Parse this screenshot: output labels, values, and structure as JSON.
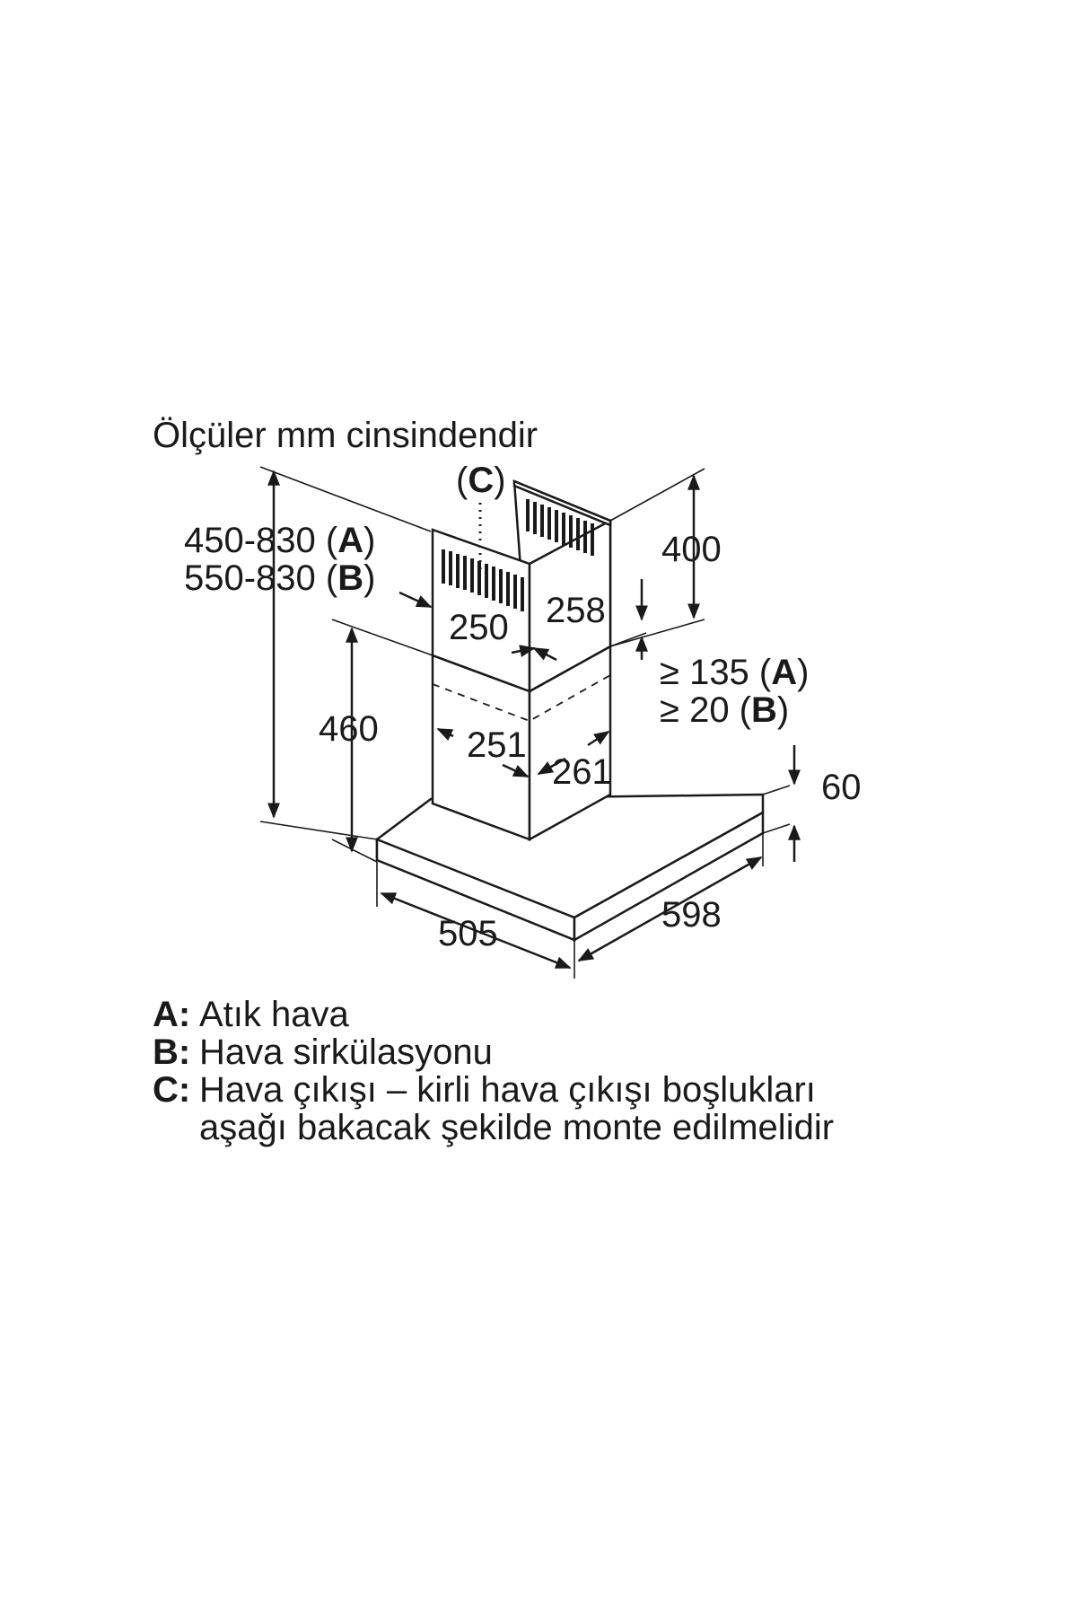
{
  "title": "Ölçüler mm cinsindendir",
  "dimensions": {
    "total_height_a_value": "450-830",
    "total_height_a_tag": "A",
    "total_height_b_value": "550-830",
    "total_height_b_tag": "B",
    "outlet_label_tag": "C",
    "upper_chimney_height": "400",
    "upper_chimney_width": "250",
    "upper_chimney_depth": "258",
    "overlap_a_value": "≥ 135",
    "overlap_a_tag": "A",
    "overlap_b_value": "≥ 20",
    "overlap_b_tag": "B",
    "lower_chimney_height": "460",
    "lower_chimney_width": "251",
    "lower_chimney_depth": "261",
    "canopy_height": "60",
    "canopy_depth": "505",
    "canopy_width": "598"
  },
  "legend": [
    {
      "key": "A:",
      "text": "Atık hava"
    },
    {
      "key": "B:",
      "text": "Hava sirkülasyonu"
    },
    {
      "key": "C:",
      "text": "Hava çıkışı – kirli hava çıkışı boşlukları"
    },
    {
      "key": "",
      "text": "aşağı bakacak şekilde monte edilmelidir"
    }
  ]
}
